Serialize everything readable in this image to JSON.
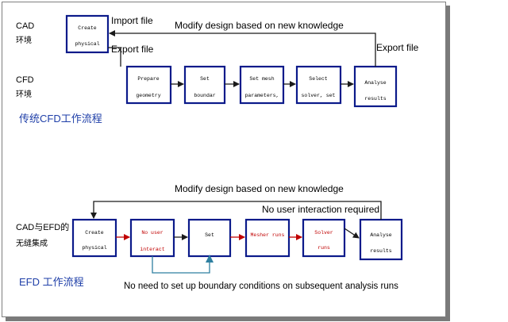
{
  "colors": {
    "box_border": "#0b1a8a",
    "red_text": "#c00000",
    "heading_blue": "#1f3fa8",
    "teal_arrow": "#2e7fa0"
  },
  "top": {
    "label_cad": "CAD",
    "label_cad_env": "环境",
    "label_cfd": "CFD",
    "label_cfd_env": "环境",
    "import_file": "Import file",
    "export_file_left": "Export file",
    "export_file_right": "Export file",
    "modify_design": "Modify design based on new knowledge",
    "heading": "传统CFD工作流程",
    "boxes": [
      {
        "line1": "Create",
        "line2": "physical"
      },
      {
        "line1": "Prepare",
        "line2": "geometry"
      },
      {
        "line1": "Set",
        "line2": "boundar"
      },
      {
        "line1": "Set mesh",
        "line2": "parameters,"
      },
      {
        "line1": "Select",
        "line2": "solver, set"
      },
      {
        "line1": "Analyse",
        "line2": "results"
      }
    ]
  },
  "bottom": {
    "label_cad_efd": "CAD与EFD的",
    "label_seamless": "无缝集成",
    "modify_design": "Modify design based on new knowledge",
    "no_interaction": "No user interaction required",
    "heading": "EFD 工作流程",
    "no_need_boundary": "No need to set up boundary conditions on subsequent analysis runs",
    "boxes": [
      {
        "line1": "Create",
        "line2": "physical"
      },
      {
        "line1": "No user",
        "line2": "interact"
      },
      {
        "line1": "Set",
        "line2": ""
      },
      {
        "line1": "Mesher runs",
        "line2": ""
      },
      {
        "line1": "Solver",
        "line2": "runs"
      },
      {
        "line1": "Analyse",
        "line2": "results"
      }
    ]
  }
}
